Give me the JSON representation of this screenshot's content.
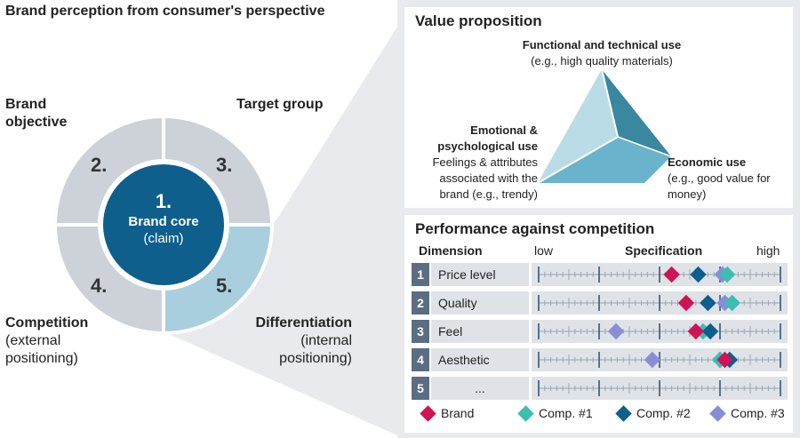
{
  "title": "Brand perception from consumer's perspective",
  "wheel": {
    "core_number": "1.",
    "core_label": "Brand core",
    "core_sub": "(claim)",
    "segments": [
      {
        "number": "2.",
        "label_lines": [
          "Brand",
          "objective"
        ]
      },
      {
        "number": "3.",
        "label_lines": [
          "Target group"
        ]
      },
      {
        "number": "4.",
        "label_lines": [
          "Competition"
        ],
        "sub_lines": [
          "(external",
          "positioning)"
        ]
      },
      {
        "number": "5.",
        "label_lines": [
          "Differentiation"
        ],
        "sub_lines": [
          "(internal",
          "positioning)"
        ]
      }
    ]
  },
  "colors": {
    "core": "#0f5f8c",
    "segment_gray": "#cdd2d9",
    "segment_highlight": "#a9cfdf",
    "brand": "#d01357",
    "comp1": "#3bbfb0",
    "comp2": "#0d5f8c",
    "comp3": "#8a8cd6",
    "row_num_bg": "#5a6d82"
  },
  "value_proposition": {
    "title": "Value proposition",
    "functional": {
      "title": "Functional and technical use",
      "desc": "(e.g., high quality materials)"
    },
    "emotional": {
      "title_lines": [
        "Emotional &",
        "psychological use"
      ],
      "desc_lines": [
        "Feelings & attributes",
        "associated with the",
        "brand (e.g., trendy)"
      ]
    },
    "economic": {
      "title": "Economic use",
      "desc_lines": [
        "(e.g., good value for",
        "money)"
      ]
    }
  },
  "performance": {
    "title": "Performance against competition",
    "headers": {
      "dimension": "Dimension",
      "low": "low",
      "specification": "Specification",
      "high": "high"
    },
    "rows": [
      {
        "num": "1",
        "label": "Price level",
        "brand": 0.55,
        "comp1": 0.78,
        "comp2": 0.66,
        "comp3": 0.76
      },
      {
        "num": "2",
        "label": "Quality",
        "brand": 0.61,
        "comp1": 0.8,
        "comp2": 0.7,
        "comp3": 0.77
      },
      {
        "num": "3",
        "label": "Feel",
        "brand": 0.65,
        "comp1": 0.68,
        "comp2": 0.71,
        "comp3": 0.32
      },
      {
        "num": "4",
        "label": "Aesthetic",
        "brand": 0.77,
        "comp1": 0.75,
        "comp2": 0.79,
        "comp3": 0.47
      },
      {
        "num": "5",
        "label": "...",
        "brand": null,
        "comp1": null,
        "comp2": null,
        "comp3": null
      }
    ],
    "legend": [
      {
        "key": "brand",
        "label": "Brand"
      },
      {
        "key": "comp1",
        "label": "Comp. #1"
      },
      {
        "key": "comp2",
        "label": "Comp. #2"
      },
      {
        "key": "comp3",
        "label": "Comp. #3"
      }
    ]
  }
}
